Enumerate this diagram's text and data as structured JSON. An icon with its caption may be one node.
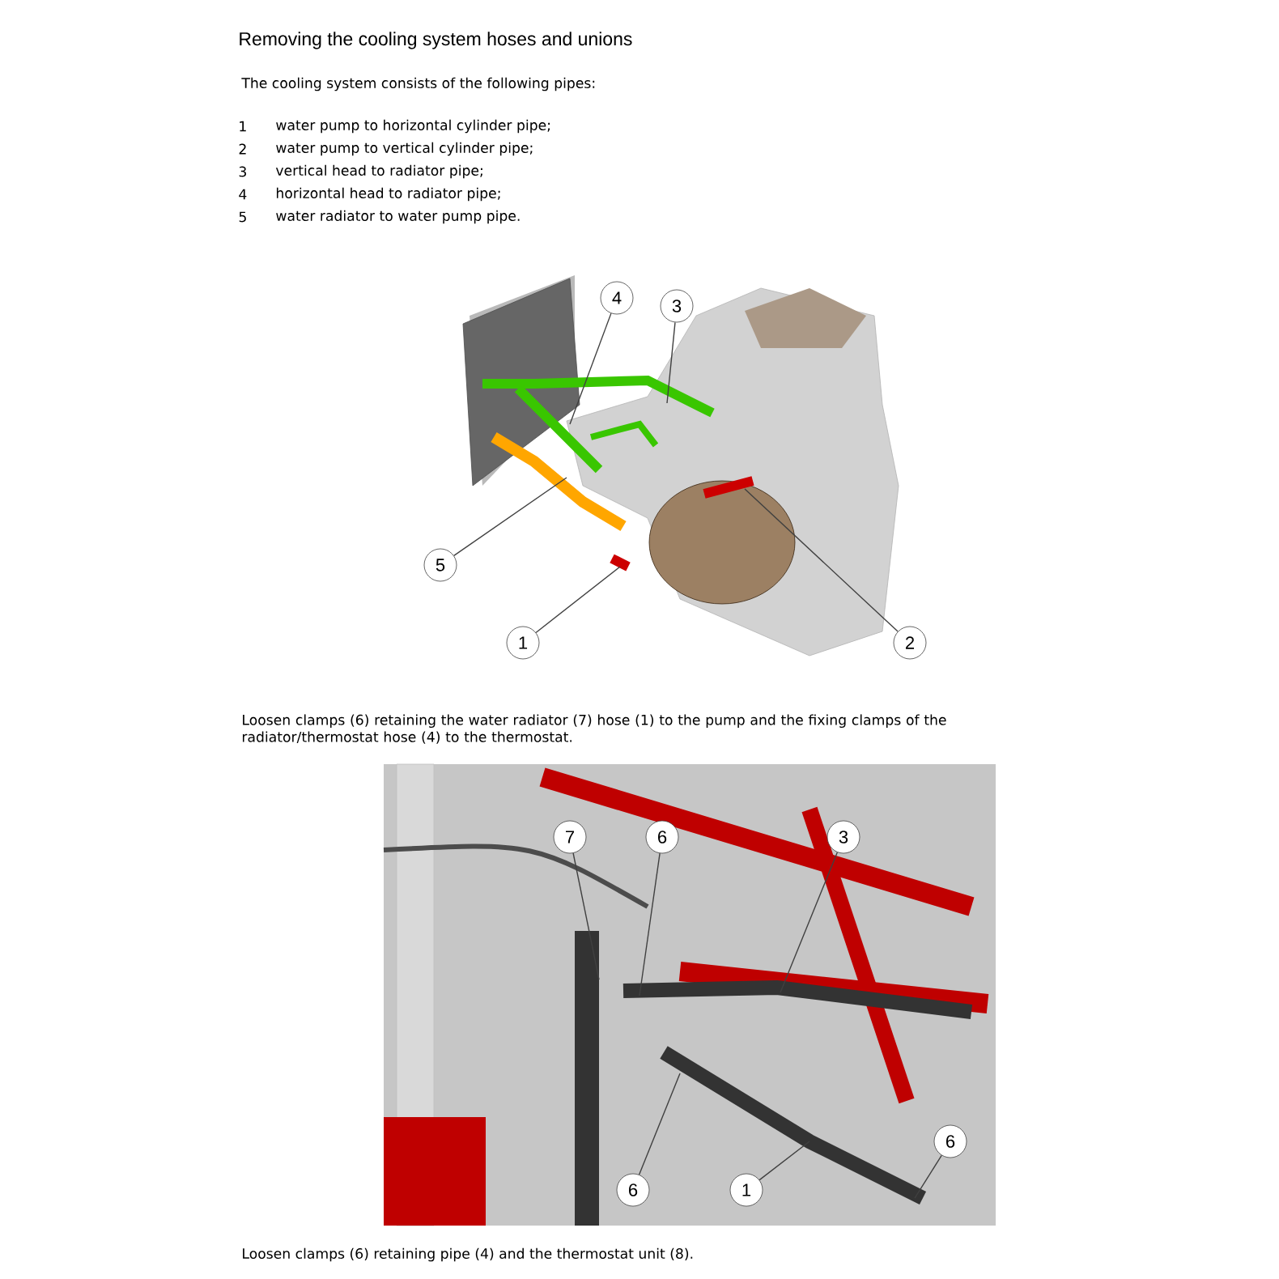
{
  "diagram": {
    "title": "Removing the cooling system hoses and unions",
    "nodes": [
      {
        "text": [
          "4"
        ]
      },
      {
        "text": [
          "3"
        ]
      },
      {
        "text": [
          "5"
        ]
      },
      {
        "text": [
          "1"
        ]
      },
      {
        "text": [
          "2"
        ]
      },
      {
        "text": [
          "7"
        ]
      },
      {
        "text": [
          "6"
        ]
      },
      {
        "text": [
          "3"
        ]
      },
      {
        "text": [
          "6"
        ]
      },
      {
        "text": [
          "1"
        ]
      },
      {
        "text": [
          "6"
        ]
      }
    ],
    "edges": [
      {
        "from": 0,
        "to": null,
        "arrow": "none"
      },
      {
        "from": 1,
        "to": null,
        "arrow": "none"
      },
      {
        "from": 2,
        "to": null,
        "arrow": "none"
      },
      {
        "from": 3,
        "to": null,
        "arrow": "none"
      },
      {
        "from": 4,
        "to": null,
        "arrow": "none"
      },
      {
        "from": 5,
        "to": null,
        "arrow": "none"
      },
      {
        "from": 6,
        "to": null,
        "arrow": "none"
      },
      {
        "from": 7,
        "to": null,
        "arrow": "none"
      },
      {
        "from": 8,
        "to": null,
        "arrow": "none"
      },
      {
        "from": 9,
        "to": null,
        "arrow": "none"
      },
      {
        "from": 10,
        "to": null,
        "arrow": "none"
      }
    ],
    "labels": [
      "The cooling system consists of the following pipes:",
      "1",
      "water pump to horizontal cylinder pipe;",
      "2",
      "water pump to vertical cylinder pipe;",
      "3",
      "vertical head to radiator pipe;",
      "4",
      "horizontal head to radiator pipe;",
      "5",
      "water radiator to water pump pipe.",
      "Loosen clamps (6) retaining the water radiator (7) hose (1) to the pump and the fixing clamps of the radiator/thermostat hose (4) to the thermostat.",
      "Loosen clamps (6) retaining pipe (4) and the thermostat unit (8)."
    ]
  }
}
